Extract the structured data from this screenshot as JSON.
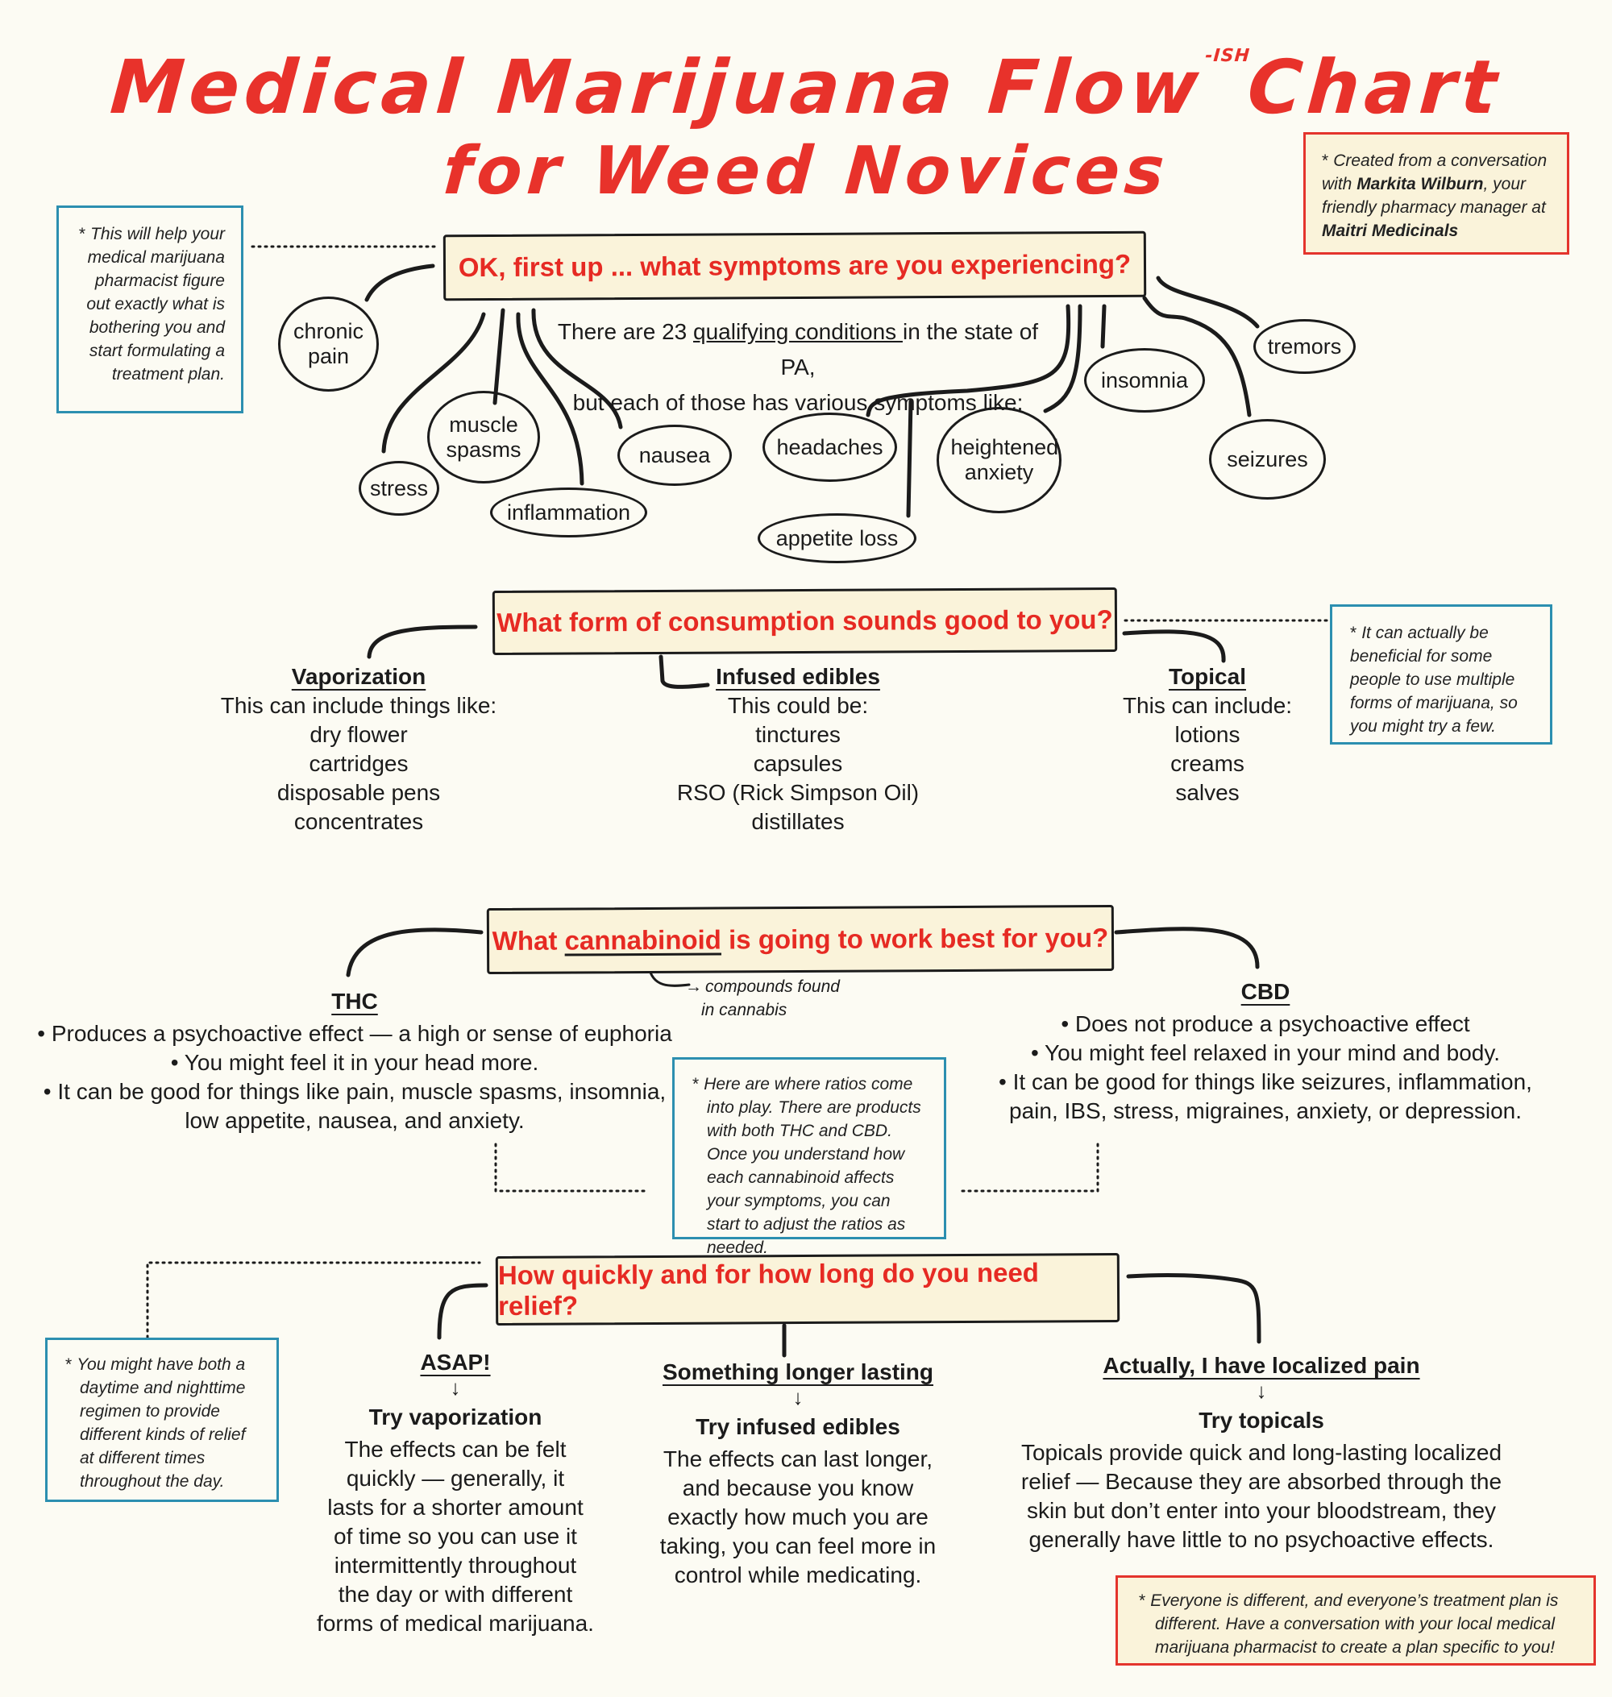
{
  "title": {
    "line1_a": "Medical Marijuana Flow",
    "line1_ish": "-ISH",
    "line1_b": "Chart",
    "line2": "for Weed Novices"
  },
  "colors": {
    "accent_red": "#e62a23",
    "note_blue": "#2c8fb0",
    "box_fill": "#faf3da",
    "background": "#fcfbf3"
  },
  "credit_note": {
    "star": "*",
    "text_a": "Created from a conversation with ",
    "name": "Markita Wilburn",
    "text_b": ", your friendly pharmacy manager at ",
    "org": "Maitri Medicinals"
  },
  "symptoms": {
    "question": "OK, first up ... what symptoms are you experiencing?",
    "side_note": "This will help your medical marijuana pharmacist figure out exactly what is bothering you and start formulating a treatment plan.",
    "intro_line1_a": "There are 23 ",
    "intro_line1_u": "qualifying conditions ",
    "intro_line1_b": "in the state of PA,",
    "intro_line2": "but each of those has various symptoms like:",
    "items": [
      "chronic pain",
      "stress",
      "muscle spasms",
      "inflammation",
      "nausea",
      "headaches",
      "appetite loss",
      "heightened anxiety",
      "insomnia",
      "seizures",
      "tremors"
    ]
  },
  "consumption": {
    "question": "What form of consumption sounds good to you?",
    "side_note": "It can actually be beneficial for some people to use multiple forms of marijuana, so you might try a few.",
    "options": [
      {
        "title": "Vaporization",
        "intro": "This can include things like:",
        "items": [
          "dry flower",
          "cartridges",
          "disposable pens",
          "concentrates"
        ]
      },
      {
        "title": "Infused edibles",
        "intro": "This could be:",
        "items": [
          "tinctures",
          "capsules",
          "RSO (Rick Simpson Oil)",
          "distillates"
        ]
      },
      {
        "title": "Topical",
        "intro": "This can include:",
        "items": [
          "lotions",
          "creams",
          "salves"
        ]
      }
    ]
  },
  "cannabinoid": {
    "question_a": "What ",
    "question_u": "cannabinoid",
    "question_b": " is going to work best for you?",
    "definition_line1": "compounds found",
    "definition_line2": "in cannabis",
    "ratio_note": "Here are where ratios come into play. There are products with both THC and CBD. Once you understand how each cannabinoid affects your symptoms, you can start to adjust the ratios as needed.",
    "thc": {
      "title": "THC",
      "bullets": [
        "• Produces a psychoactive effect — a high or sense of euphoria",
        "• You might feel it in your head more.",
        "• It can be good for things like pain, muscle spasms, insomnia,",
        "low appetite, nausea, and anxiety."
      ]
    },
    "cbd": {
      "title": "CBD",
      "bullets": [
        "• Does not produce a psychoactive effect",
        "• You might feel relaxed in your mind and body.",
        "• It can be good for things like seizures, inflammation,",
        "pain, IBS, stress, migraines, anxiety, or depression."
      ]
    }
  },
  "relief": {
    "question": "How quickly and for how long do you need relief?",
    "side_note": "You might have both a daytime and nighttime regimen to provide different kinds of relief at different times throughout the day.",
    "arrow": "↓",
    "options": [
      {
        "title": "ASAP!",
        "action": "Try vaporization",
        "lines": [
          "The effects can be felt",
          "quickly — generally, it",
          "lasts for a shorter amount",
          "of time so you can use it",
          "intermittently throughout",
          "the day or with different",
          "forms of medical marijuana."
        ]
      },
      {
        "title": "Something longer lasting",
        "action": "Try infused edibles",
        "lines": [
          "The effects can last longer,",
          "and because you know",
          "exactly how much you are",
          "taking, you can feel more in",
          "control while medicating."
        ]
      },
      {
        "title": "Actually, I have localized pain",
        "action": "Try topicals",
        "lines": [
          "Topicals provide quick and long-lasting localized",
          "relief — Because they are absorbed through the",
          "skin but don’t enter into your bloodstream, they",
          "generally have little to no psychoactive effects."
        ]
      }
    ],
    "final_note": "Everyone is different, and everyone’s treatment plan is different. Have a conversation with your local medical marijuana pharmacist to create a plan specific to you!"
  },
  "star": "*"
}
